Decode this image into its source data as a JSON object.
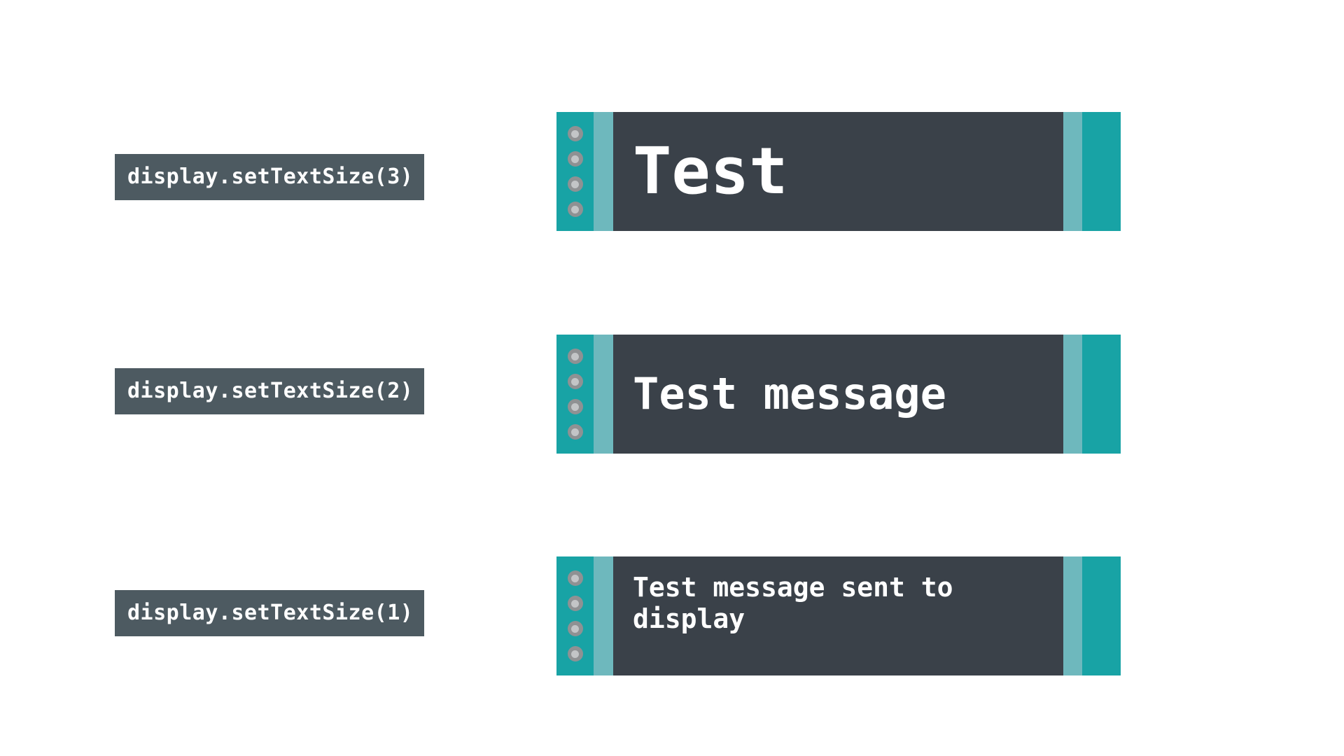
{
  "page": {
    "background_color": "#ffffff",
    "title": "OLED display text size comparison"
  },
  "colors": {
    "pcb_teal": "#18a3a5",
    "bezel_teal": "#6eb8bd",
    "screen_dark": "#3a4149",
    "label_slate": "#4d5a61",
    "text_white": "#ffffff",
    "pin_outer": "#8f9193",
    "pin_inner": "#c3c5c7"
  },
  "rows": [
    {
      "id": "text-size-3",
      "code_label": "display.setTextSize(3)",
      "screen_text": "Test",
      "text_size": 3,
      "align": "middle",
      "pin_count": 4
    },
    {
      "id": "text-size-2",
      "code_label": "display.setTextSize(2)",
      "screen_text": "Test message",
      "text_size": 2,
      "align": "middle",
      "pin_count": 4
    },
    {
      "id": "text-size-1",
      "code_label": "display.setTextSize(1)",
      "screen_text": "Test message sent to display",
      "text_size": 1,
      "align": "top",
      "pin_count": 4
    }
  ]
}
